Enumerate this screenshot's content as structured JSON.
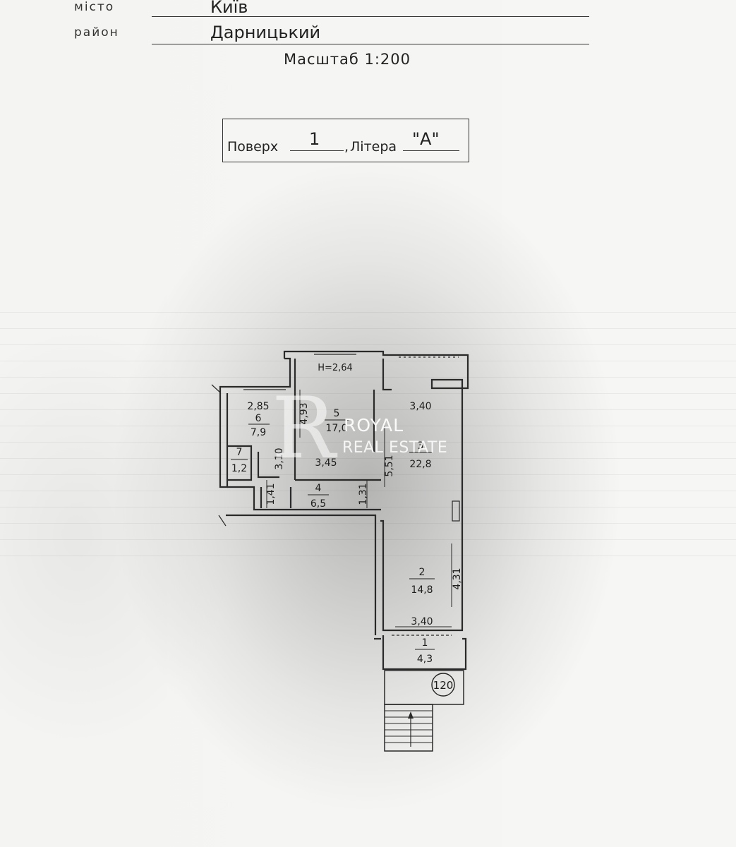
{
  "header": {
    "city_label": "місто",
    "city_value": "Київ",
    "district_label": "район",
    "district_value": "Дарницький",
    "scale": "Масштаб 1:200"
  },
  "floor_box": {
    "floor_label": "Поверх",
    "floor_value": "1",
    "separator": ",",
    "letter_label": "Літера",
    "letter_value": "\"А\""
  },
  "plan": {
    "ceiling_height": "Н=2,64",
    "rooms": [
      {
        "number": "1",
        "area": "4,3"
      },
      {
        "number": "2",
        "area": "14,8"
      },
      {
        "number": "3",
        "area": "22,8"
      },
      {
        "number": "4",
        "area": "6,5"
      },
      {
        "number": "5",
        "area": "17,0"
      },
      {
        "number": "6",
        "area": "7,9"
      },
      {
        "number": "7",
        "area": "1,2"
      }
    ],
    "dimensions": {
      "room6_width": "2,85",
      "room5_height": "4,93",
      "room5_width": "3,45",
      "room3_width": "3,40",
      "room3_height": "5,51",
      "room4_left": "1,41",
      "room4_right": "1,31",
      "corridor": "3,10",
      "room2_height": "4,31",
      "room2_width": "3,40"
    },
    "entrance_number": "120"
  },
  "watermark": {
    "letter": "R",
    "line1": "ROYAL",
    "line2": "REAL ESTATE"
  }
}
